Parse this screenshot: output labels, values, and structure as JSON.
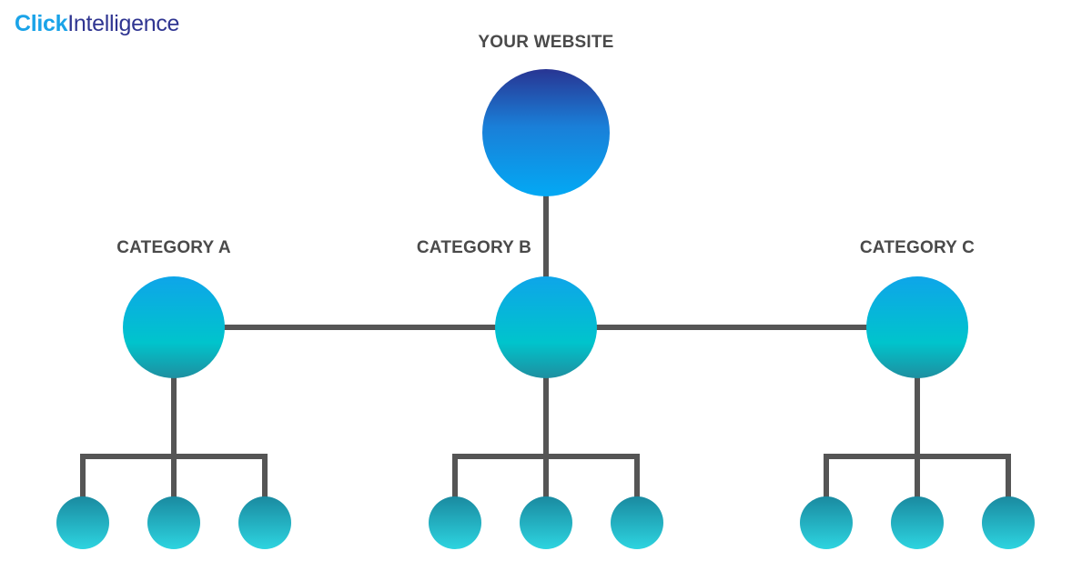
{
  "logo": {
    "part1": "Click",
    "part2": "Intelligence"
  },
  "root": {
    "label": "YOUR WEBSITE"
  },
  "categories": [
    {
      "label": "CATEGORY A"
    },
    {
      "label": "CATEGORY B"
    },
    {
      "label": "CATEGORY C"
    }
  ],
  "colors": {
    "connector": "#555555",
    "root_gradient": [
      "#283593",
      "#1a7fd8",
      "#03a9f4"
    ],
    "category_gradient": [
      "#0ea5e9",
      "#00c4cc",
      "#1e8fa0"
    ],
    "leaf_gradient": [
      "#1a8aa0",
      "#2dd4e0"
    ]
  }
}
